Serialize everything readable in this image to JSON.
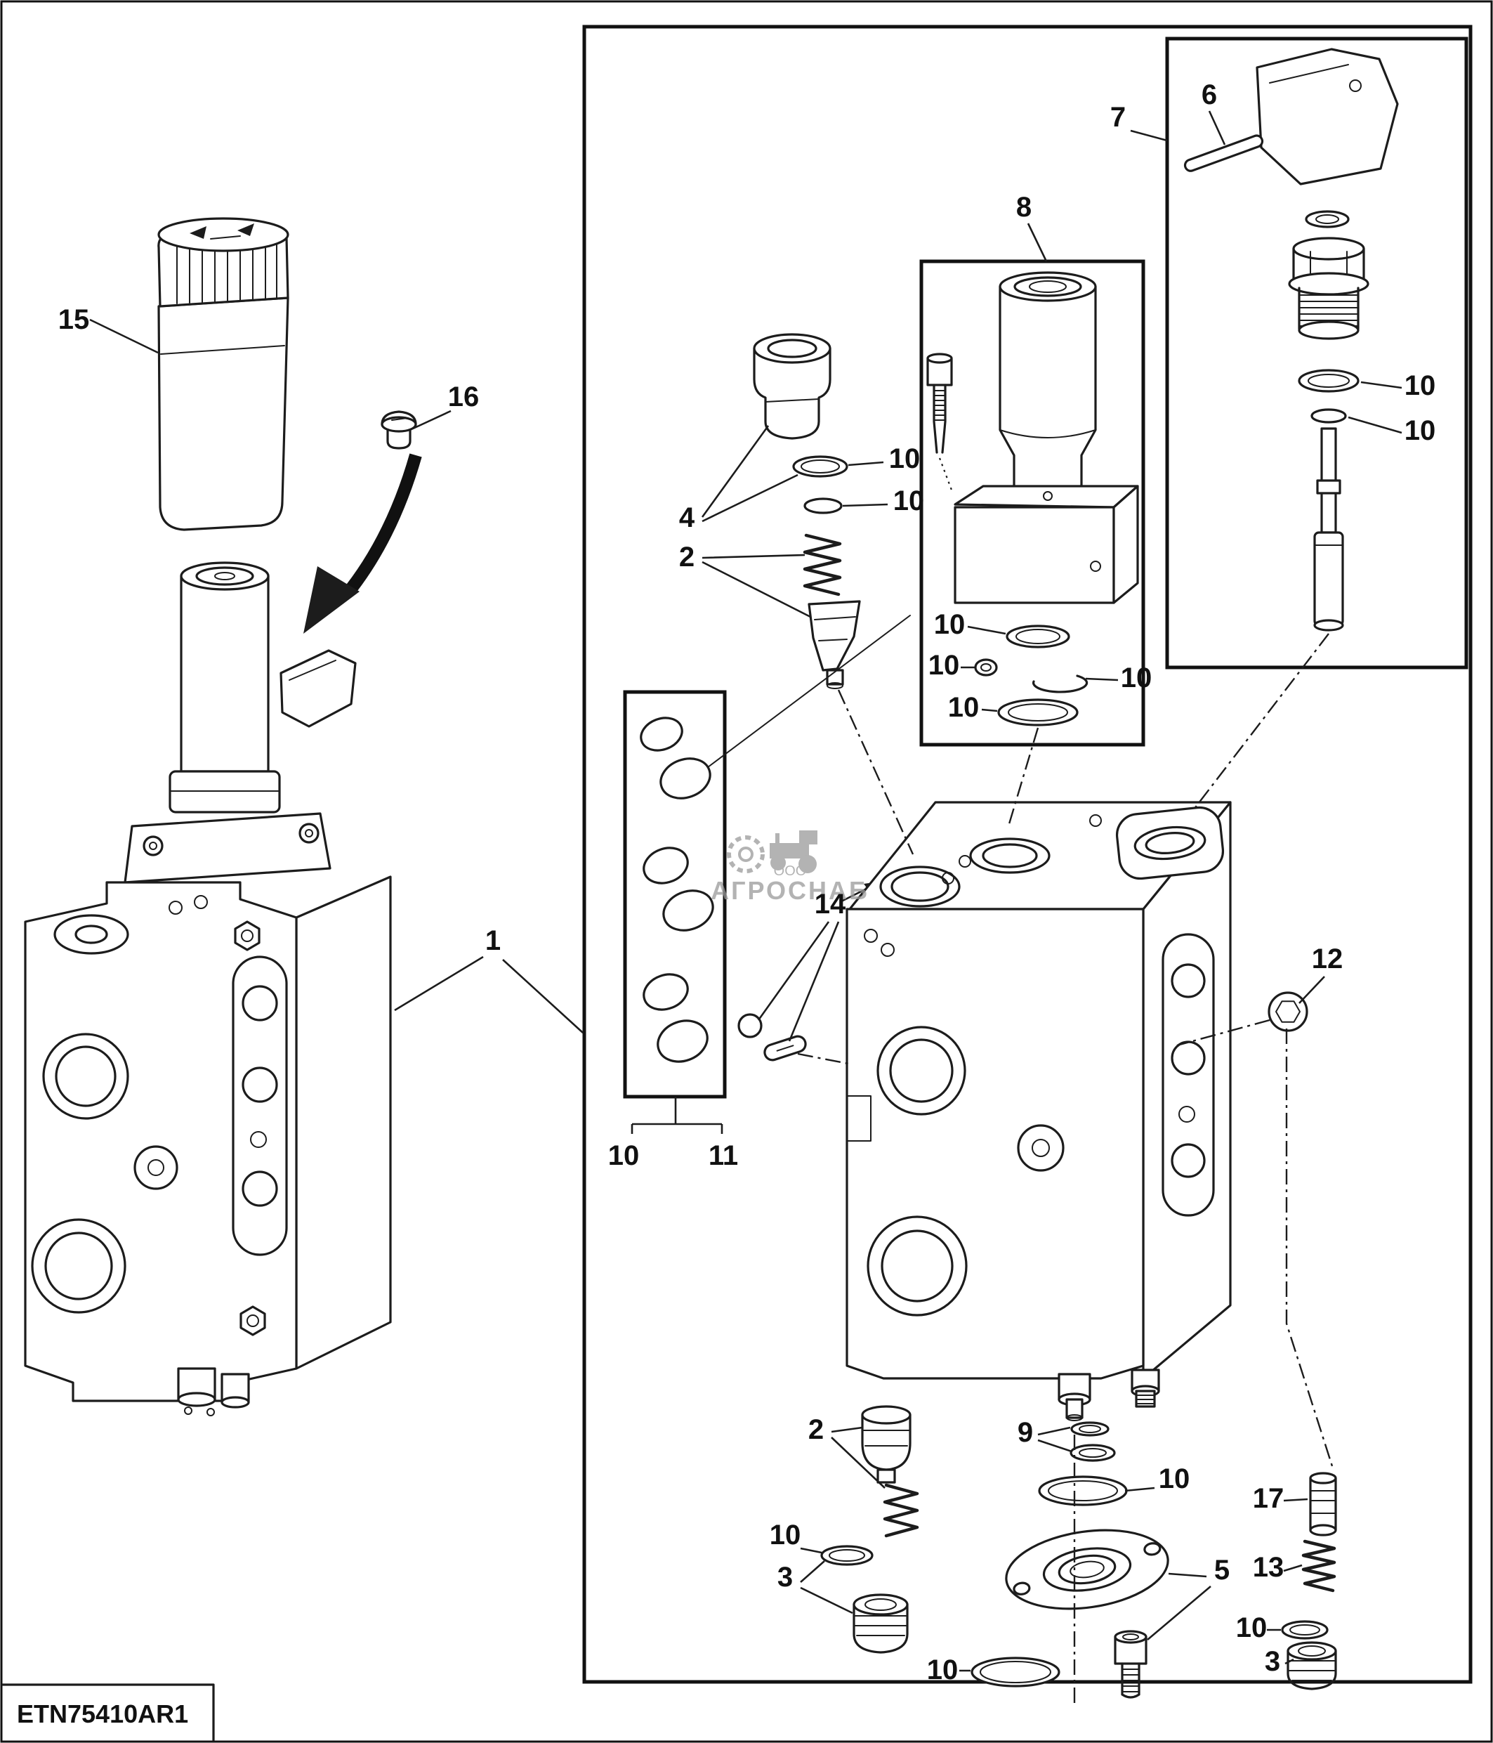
{
  "figure": {
    "code": "ETN75410AR1",
    "watermark_small": "ООО",
    "watermark_name": "АГРОСНАБ"
  },
  "callouts": [
    {
      "label": "15"
    },
    {
      "label": "16"
    },
    {
      "label": "1"
    },
    {
      "label": "7"
    },
    {
      "label": "6"
    },
    {
      "label": "8"
    },
    {
      "label": "10"
    },
    {
      "label": "10"
    },
    {
      "label": "4"
    },
    {
      "label": "2"
    },
    {
      "label": "10"
    },
    {
      "label": "10"
    },
    {
      "label": "10"
    },
    {
      "label": "10"
    },
    {
      "label": "10"
    },
    {
      "label": "10"
    },
    {
      "label": "14"
    },
    {
      "label": "12"
    },
    {
      "label": "10"
    },
    {
      "label": "11"
    },
    {
      "label": "9"
    },
    {
      "label": "2"
    },
    {
      "label": "10"
    },
    {
      "label": "10"
    },
    {
      "label": "3"
    },
    {
      "label": "5"
    },
    {
      "label": "10"
    },
    {
      "label": "17"
    },
    {
      "label": "13"
    },
    {
      "label": "10"
    },
    {
      "label": "3"
    }
  ]
}
